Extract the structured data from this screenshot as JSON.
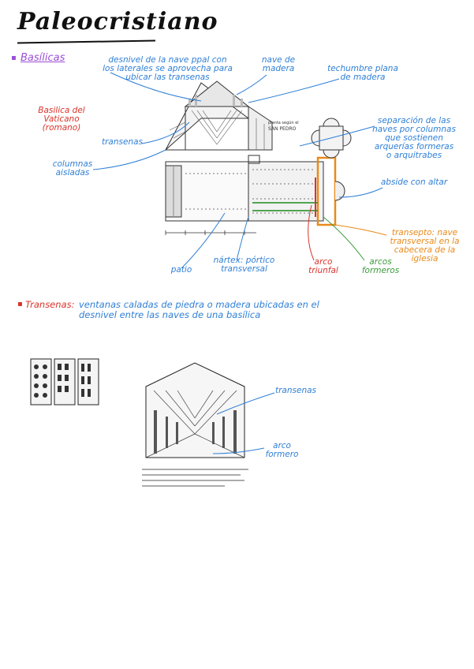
{
  "page": {
    "title": "Paleocristiano",
    "section_heading": "Basílicas",
    "bullet_marker": "▪"
  },
  "colors": {
    "annotation_blue": "#2f7fd6",
    "annotation_red": "#d9332b",
    "annotation_orange": "#e98a1a",
    "annotation_green": "#3a9a3a",
    "heading_purple": "#9b4fd6"
  },
  "basilica_figure": {
    "side_label": "Basilica del Vaticano (romano)",
    "annotations": {
      "desnivel": "desnivel de la nave ppal con los laterales se aprovecha para ubicar las transenas",
      "nave_madera": "nave de madera",
      "techumbre": "techumbre plana de madera",
      "transenas": "transenas",
      "separacion": "separación de las naves por columnas que sostienen arquerías formeras o arquitrabes",
      "columnas": "columnas aisladas",
      "abside": "abside con altar",
      "patio": "patio",
      "nartex": "nártex: pórtico transversal",
      "arco_triunfal": "arco triunfal",
      "arcos_formeros": "arcos formeros",
      "transepto": "transepto: nave transversal en la cabecera de la iglesia"
    },
    "engraving_caption": "SAN PEDRO"
  },
  "definition": {
    "term": "Transenas:",
    "text": "ventanas caladas de piedra o madera ubicadas en el desnivel entre las naves de una basílica"
  },
  "second_figure": {
    "annotations": {
      "transenas": "transenas",
      "arco_formero": "arco formero"
    }
  }
}
